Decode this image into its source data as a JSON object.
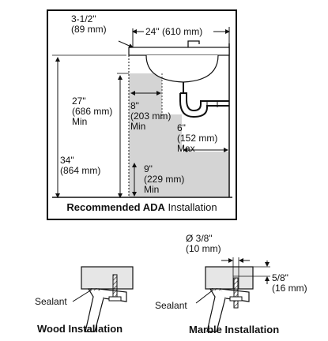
{
  "ada": {
    "caption_bold": "Recommended ADA",
    "caption_rest": " Installation",
    "dims": {
      "d1": [
        "3-1/2\"",
        "(89 mm)"
      ],
      "d2": [
        "24\" (610 mm)"
      ],
      "d3": [
        "27\"",
        "(686 mm)",
        "Min"
      ],
      "d4": [
        "8\"",
        "(203 mm)",
        "Min"
      ],
      "d5": [
        "6\"",
        "(152 mm)",
        "Max"
      ],
      "d6": [
        "34\"",
        "(864 mm)"
      ],
      "d7": [
        "9\"",
        "(229 mm)",
        "Min"
      ]
    }
  },
  "wood": {
    "caption": "Wood Installation",
    "sealant": "Sealant"
  },
  "marble": {
    "caption": "Marble Installation",
    "sealant": "Sealant",
    "hole": [
      "Ø 3/8\"",
      "(10 mm)"
    ],
    "depth": [
      "5/8\"",
      "(16 mm)"
    ]
  },
  "colors": {
    "line": "#111111",
    "shade": "#d4d4d4",
    "frame": "#000000"
  }
}
